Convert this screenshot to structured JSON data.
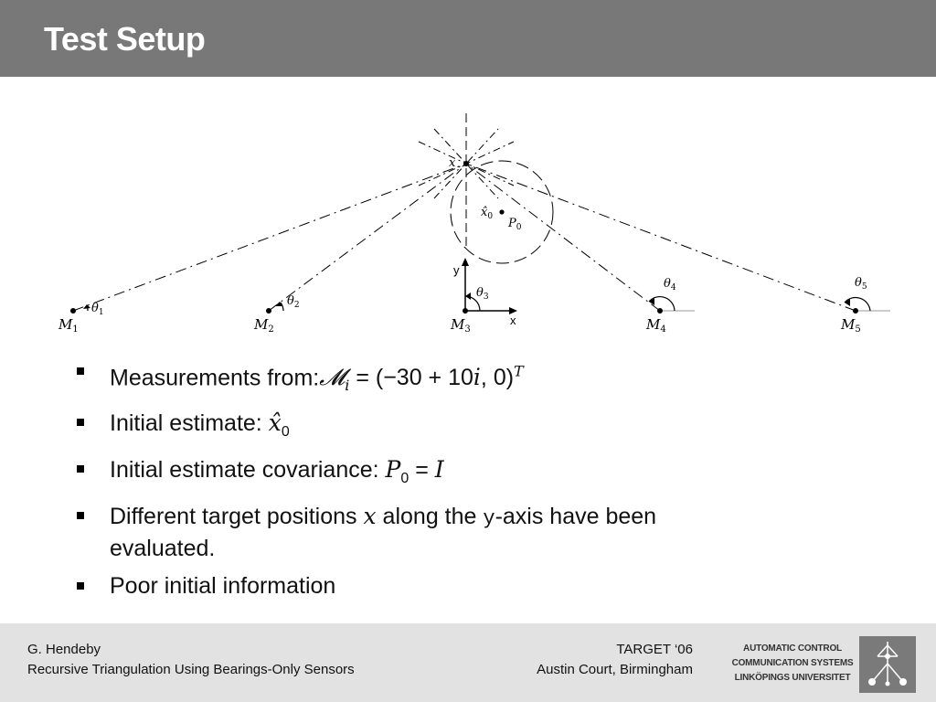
{
  "slide": {
    "title": "Test Setup"
  },
  "diagram": {
    "target_label": "x",
    "estimate_label": "x̂",
    "estimate_sub": "0",
    "covariance_label": "P",
    "covariance_sub": "0",
    "y_axis_label": "y",
    "x_axis_label": "x",
    "sensors": [
      {
        "label": "M",
        "sub": "1",
        "angle_label": "θ",
        "angle_sub": "1"
      },
      {
        "label": "M",
        "sub": "2",
        "angle_label": "θ",
        "angle_sub": "2"
      },
      {
        "label": "M",
        "sub": "3",
        "angle_label": "θ",
        "angle_sub": "3"
      },
      {
        "label": "M",
        "sub": "4",
        "angle_label": "θ",
        "angle_sub": "4"
      },
      {
        "label": "M",
        "sub": "5",
        "angle_label": "θ",
        "angle_sub": "5"
      }
    ]
  },
  "bullets": [
    {
      "text": "Measurements from:",
      "math": "𝓜",
      "math_sub": "i",
      "math_rest": " = (−30 + 10",
      "math_i": "i",
      "math_tail": ", 0)",
      "math_sup": "T"
    },
    {
      "text": "Initial estimate:",
      "math": "x̂",
      "math_sub": "0"
    },
    {
      "text": "Initial estimate covariance:",
      "math": "P",
      "math_sub": "0",
      "math_rest": " = ",
      "math_i": "I"
    },
    {
      "text_before": "Different target positions",
      "math": "x",
      "text_after": "along the",
      "axis_word": "y",
      "text_end": "-axis have been evaluated."
    },
    {
      "text": "Poor initial information"
    }
  ],
  "footer": {
    "author": "G. Hendeby",
    "talk_title": "Recursive Triangulation Using Bearings-Only Sensors",
    "event": "TARGET ‘06",
    "venue": "Austin Court, Birmingham",
    "logo_lines": [
      "AUTOMATIC CONTROL",
      "COMMUNICATION SYSTEMS",
      "LINKÖPINGS UNIVERSITET"
    ]
  },
  "colors": {
    "title_bar": "#787878",
    "footer_bg": "#e2e2e2",
    "logo_box": "#7a7a7a"
  }
}
